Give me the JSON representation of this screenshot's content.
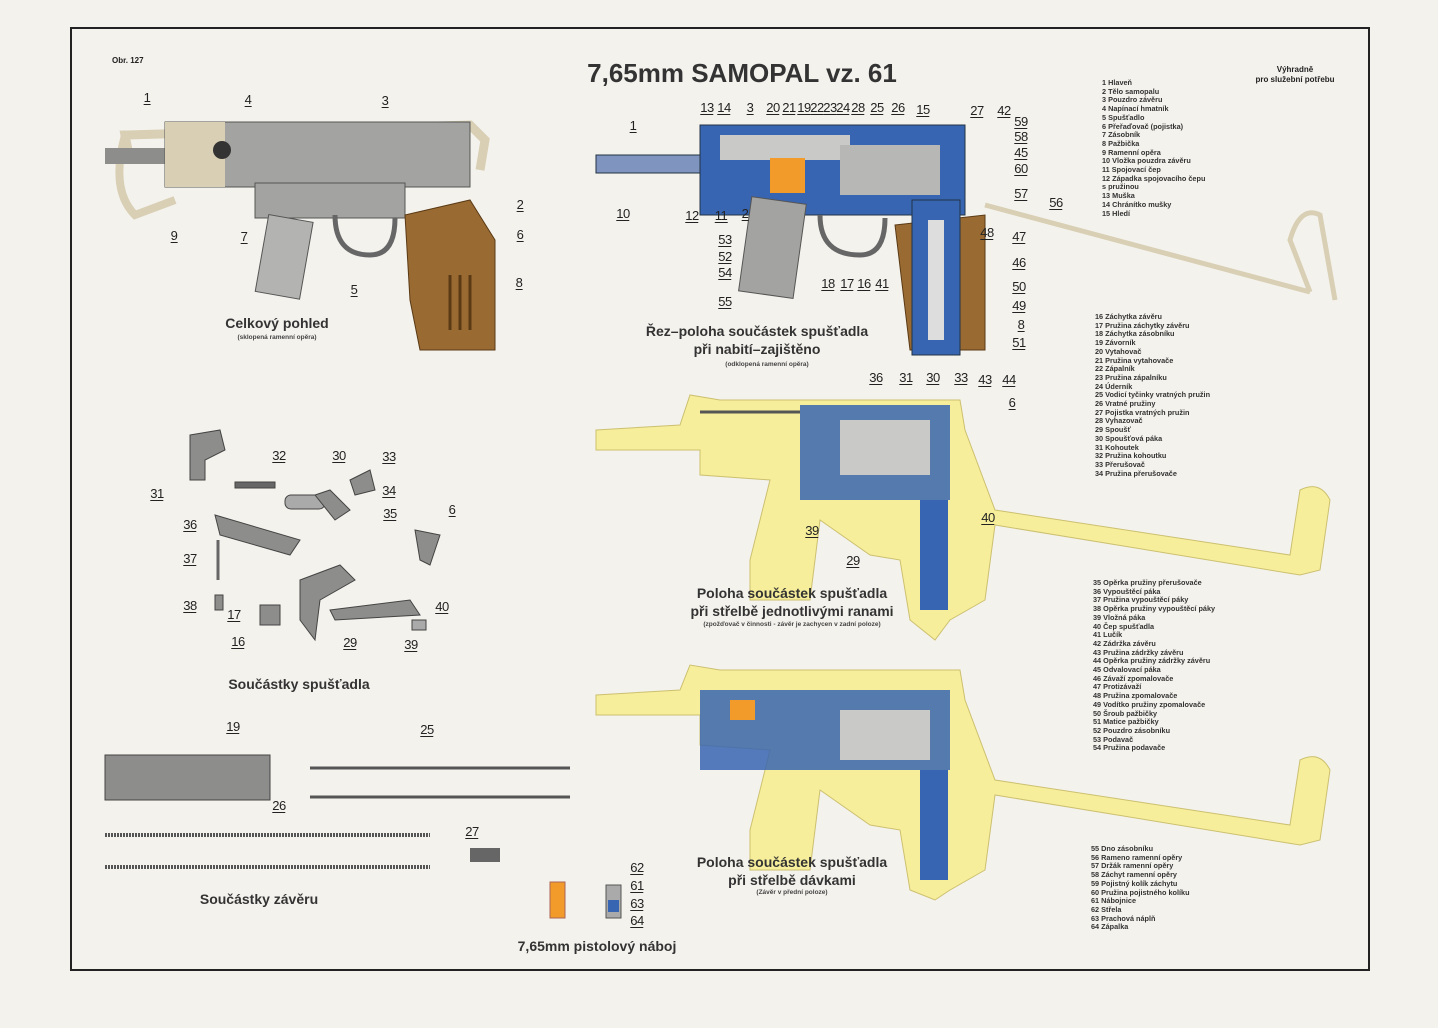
{
  "header": {
    "figure_no": "Obr. 127",
    "title": "7,65mm SAMOPAL vz. 61",
    "restriction_line1": "Výhradně",
    "restriction_line2": "pro služební potřebu"
  },
  "figures": {
    "overview": {
      "caption": "Celkový pohled",
      "subcaption": "(sklopená ramenní opěra)",
      "callouts": [
        "1",
        "4",
        "3",
        "2",
        "6",
        "7",
        "9",
        "5",
        "8"
      ]
    },
    "cutaway": {
      "caption_line1": "Řez–poloha součástek spušťadla",
      "caption_line2": "při nabití–zajištěno",
      "subcaption": "(odklopená ramenní opěra)",
      "callouts": [
        "13",
        "14",
        "3",
        "20",
        "21",
        "19",
        "22",
        "23",
        "24",
        "28",
        "25",
        "26",
        "15",
        "27",
        "42",
        "59",
        "58",
        "45",
        "60",
        "57",
        "56",
        "48",
        "47",
        "46",
        "50",
        "49",
        "8",
        "51",
        "1",
        "10",
        "12",
        "11",
        "2",
        "53",
        "52",
        "54",
        "55",
        "18",
        "17",
        "16",
        "41"
      ]
    },
    "single_fire": {
      "caption_line1": "Poloha součástek spušťadla",
      "caption_line2": "při střelbě jednotlivými ranami",
      "subcaption": "(zpožďovač v činnosti - závěr je zachycen v zadní poloze)",
      "callouts": [
        "36",
        "31",
        "30",
        "33",
        "43",
        "44",
        "6",
        "39",
        "29",
        "40"
      ]
    },
    "auto_fire": {
      "caption_line1": "Poloha součástek spušťadla",
      "caption_line2": "při střelbě  dávkami",
      "subcaption": "(Závěr v přední poloze)"
    },
    "trigger_parts": {
      "caption": "Součástky spušťadla",
      "callouts": [
        "32",
        "30",
        "33",
        "31",
        "34",
        "35",
        "6",
        "36",
        "37",
        "38",
        "17",
        "16",
        "29",
        "39",
        "40"
      ]
    },
    "bolt_parts": {
      "caption": "Součástky závěru",
      "callouts": [
        "19",
        "25",
        "26",
        "27"
      ]
    },
    "cartridge": {
      "caption": "7,65mm pistolový náboj",
      "callouts": [
        "62",
        "61",
        "63",
        "64"
      ]
    }
  },
  "legend": {
    "group1": [
      "1 Hlaveň",
      "2 Tělo samopalu",
      "3 Pouzdro závěru",
      "4 Napínací hmatník",
      "5 Spušťadlo",
      "6 Přeřaďovač (pojistka)",
      "7 Zásobník",
      "8 Pažbička",
      "9 Ramenní opěra",
      "10 Vložka pouzdra závěru",
      "11 Spojovací čep",
      "12 Západka spojovacího čepu",
      "   s pružinou",
      "13 Muška",
      "14 Chránítko mušky",
      "15 Hledí"
    ],
    "group2": [
      "16 Záchytka závěru",
      "17 Pružina záchytky závěru",
      "18 Záchytka zásobníku",
      "19 Závorník",
      "20 Vytahovač",
      "21 Pružina vytahovače",
      "22 Zápalník",
      "23 Pružina zápalníku",
      "24 Úderník",
      "25 Vodicí tyčinky vratných pružin",
      "26 Vratné pružiny",
      "27 Pojistka vratných pružin",
      "28 Vyhazovač",
      "29 Spoušť",
      "30 Spoušťová páka",
      "31 Kohoutek",
      "32 Pružina kohoutku",
      "33 Přerušovač",
      "34 Pružina přerušovače"
    ],
    "group3": [
      "35 Opěrka pružiny přerušovače",
      "36 Vypouštěcí páka",
      "37 Pružina vypouštěcí páky",
      "38 Opěrka pružiny vypouštěcí páky",
      "39 Vložná páka",
      "40 Čep spušťadla",
      "41 Lučík",
      "42 Zádržka závěru",
      "43 Pružina zádržky závěru",
      "44 Opěrka pružiny zádržky závěru",
      "45 Odvalovací páka",
      "46 Závaží zpomalovače",
      "47 Protizávaží",
      "48 Pružina zpomalovače",
      "49 Vodítko pružiny zpomalovače",
      "50 Šroub pažbičky",
      "51 Matice pažbičky",
      "52 Pouzdro zásobníku",
      "53 Podavač",
      "54 Pružina podavače"
    ],
    "group4": [
      "55 Dno zásobníku",
      "56 Rameno ramenní opěry",
      "57 Držák ramenní opěry",
      "58 Záchyt ramenní opěry",
      "59 Pojistný kolík záchytu",
      "60 Pružina pojistného kolíku",
      "61 Nábojnice",
      "62 Střela",
      "63 Prachová náplň",
      "64 Zápalka"
    ]
  },
  "colors": {
    "paper": "#f4f2ed",
    "steel": "#9a9a98",
    "tan": "#d8cfb4",
    "grip": "#9a6a33",
    "cutaway_blue": "#2d5fae",
    "silhouette_yellow": "#f6ee9a",
    "cartridge_orange": "#f39b2a"
  }
}
